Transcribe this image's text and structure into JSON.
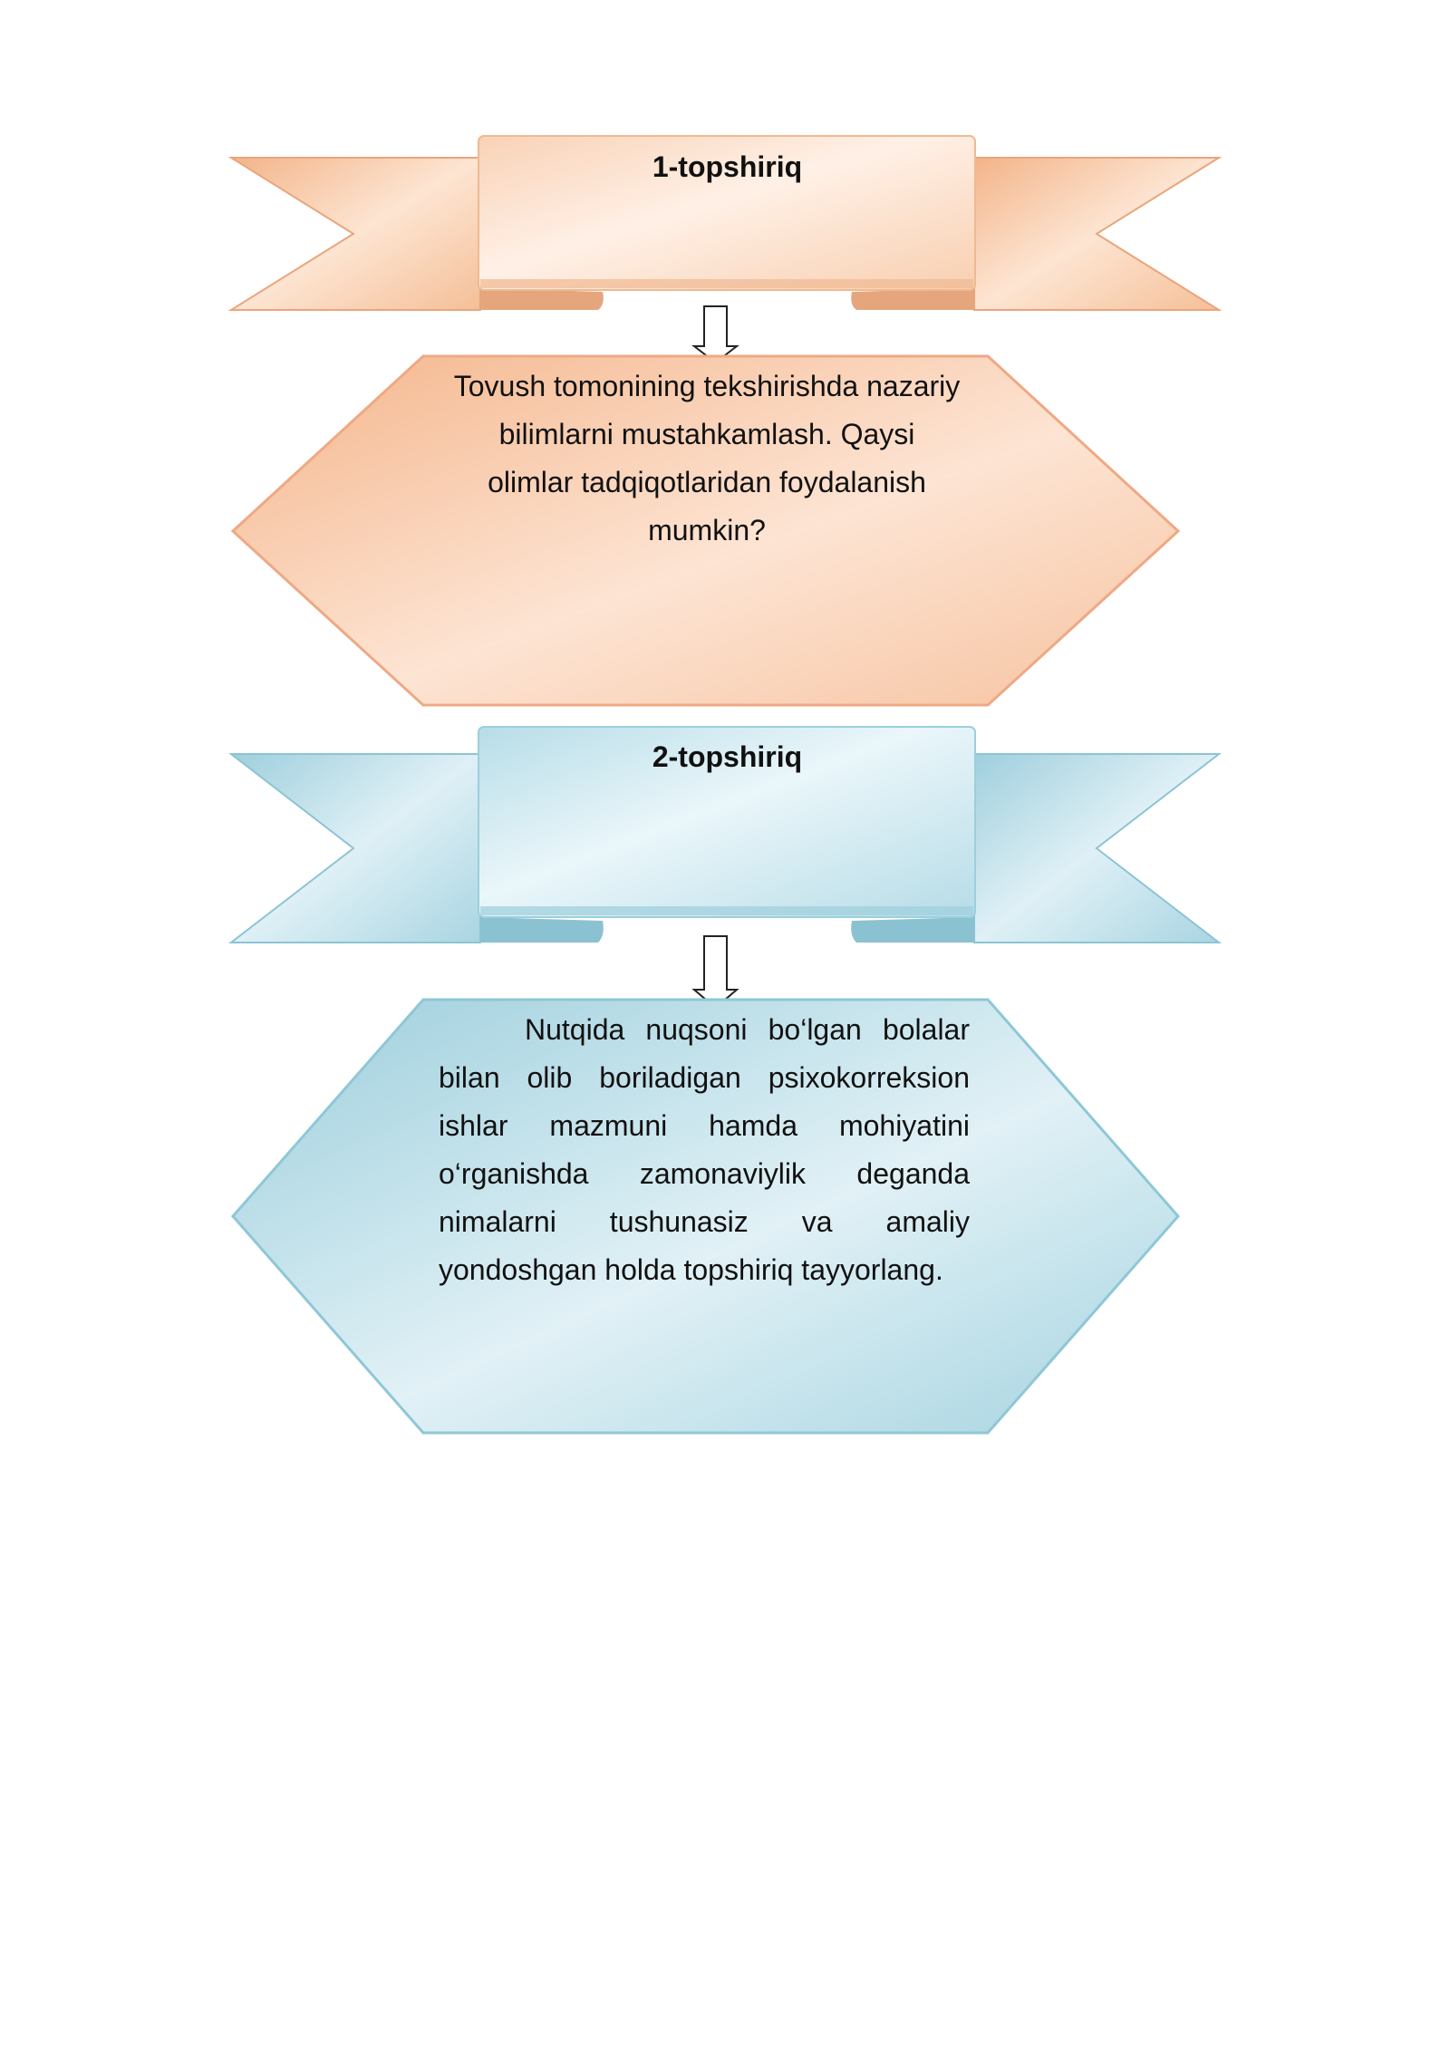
{
  "tasks": [
    {
      "title": "1-topshiriq",
      "text": "Tovush tomonining  tekshirishda nazariy bilimlarni mustahkamlash. Qaysi olimlar tadqiqotlaridan foydalanish mumkin?",
      "theme_color": "#f6bf9b"
    },
    {
      "title": "2-topshiriq",
      "text": "Nutqida  nuqsoni bo‘lgan bolalar bilan olib boriladigan psixokorreksion ishlar mazmuni hamda mohiyatini o‘rganishda zamonaviylik deganda nimalarni tushunasiz va amaliy yondoshgan holda topshiriq tayyorlang.",
      "theme_color": "#a6d3e0"
    }
  ],
  "connector_icon": "down-arrow-outline-icon"
}
